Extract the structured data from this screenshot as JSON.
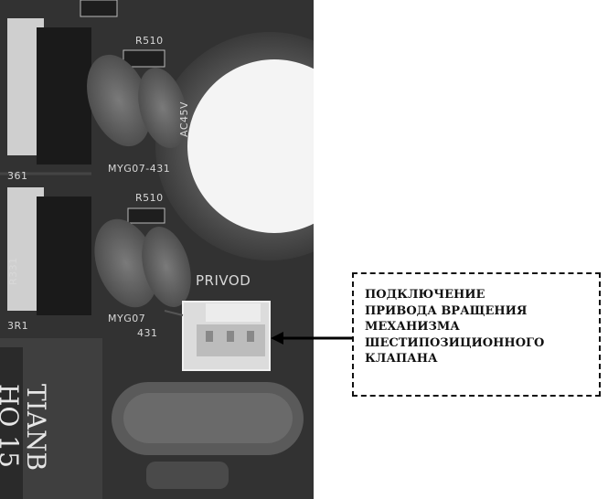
{
  "photo": {
    "board_labels": {
      "r510_top": "R510",
      "r510_mid": "R510",
      "myg_top": "MYG07-431",
      "myg_bottom": "MYG07",
      "myg_bottom2": "431",
      "label_361": "361",
      "label_r331": "R331",
      "label_3r1": "3R1",
      "vertical_text": "AC45V",
      "privod": "PRIVOD",
      "tianb": "TIANB",
      "h015": "HQ 15"
    }
  },
  "callout": {
    "lines": [
      "ПОДКЛЮЧЕНИЕ",
      "ПРИВОДА ВРАЩЕНИЯ",
      "МЕХАНИЗМА",
      "ШЕСТИПОЗИЦИОННОГО",
      "КЛАПАНА"
    ]
  },
  "colors": {
    "board": "#2a2a2a",
    "text": "#111111",
    "border": "#111111"
  }
}
